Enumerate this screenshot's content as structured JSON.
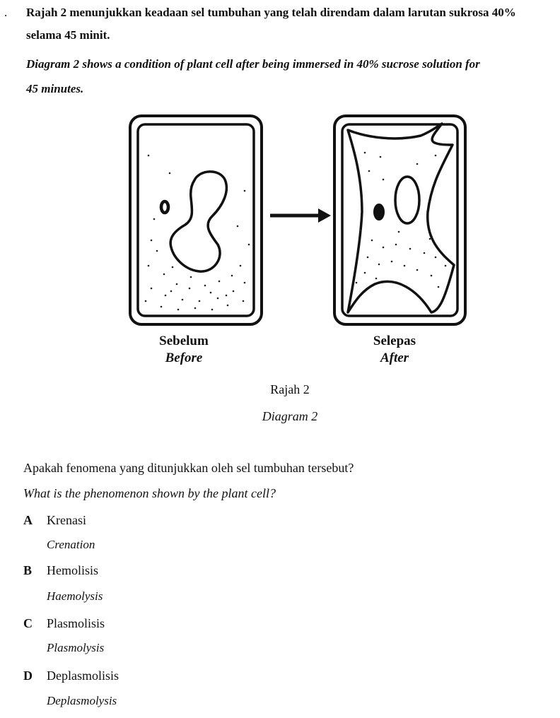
{
  "question_marker": ".",
  "intro": {
    "ms_line1": "Rajah 2 menunjukkan keadaan sel tumbuhan yang telah direndam dalam larutan sukrosa 40%",
    "ms_line2": "selama 45 minit.",
    "en_line1": "Diagram 2 shows a condition of plant cell after being immersed in 40% sucrose solution for",
    "en_line2": "45 minutes."
  },
  "diagram": {
    "before_label_ms": "Sebelum",
    "before_label_en": "Before",
    "after_label_ms": "Selepas",
    "after_label_en": "After",
    "caption_ms": "Rajah 2",
    "caption_en": "Diagram 2"
  },
  "question": {
    "ms": "Apakah fenomena yang ditunjukkan oleh sel tumbuhan tersebut?",
    "en": "What is the phenomenon shown by the plant cell?"
  },
  "options": [
    {
      "letter": "A",
      "ms": "Krenasi",
      "en": "Crenation"
    },
    {
      "letter": "B",
      "ms": "Hemolisis",
      "en": "Haemolysis"
    },
    {
      "letter": "C",
      "ms": "Plasmolisis",
      "en": "Plasmolysis"
    },
    {
      "letter": "D",
      "ms": "Deplasmolisis",
      "en": "Deplasmolysis"
    }
  ]
}
